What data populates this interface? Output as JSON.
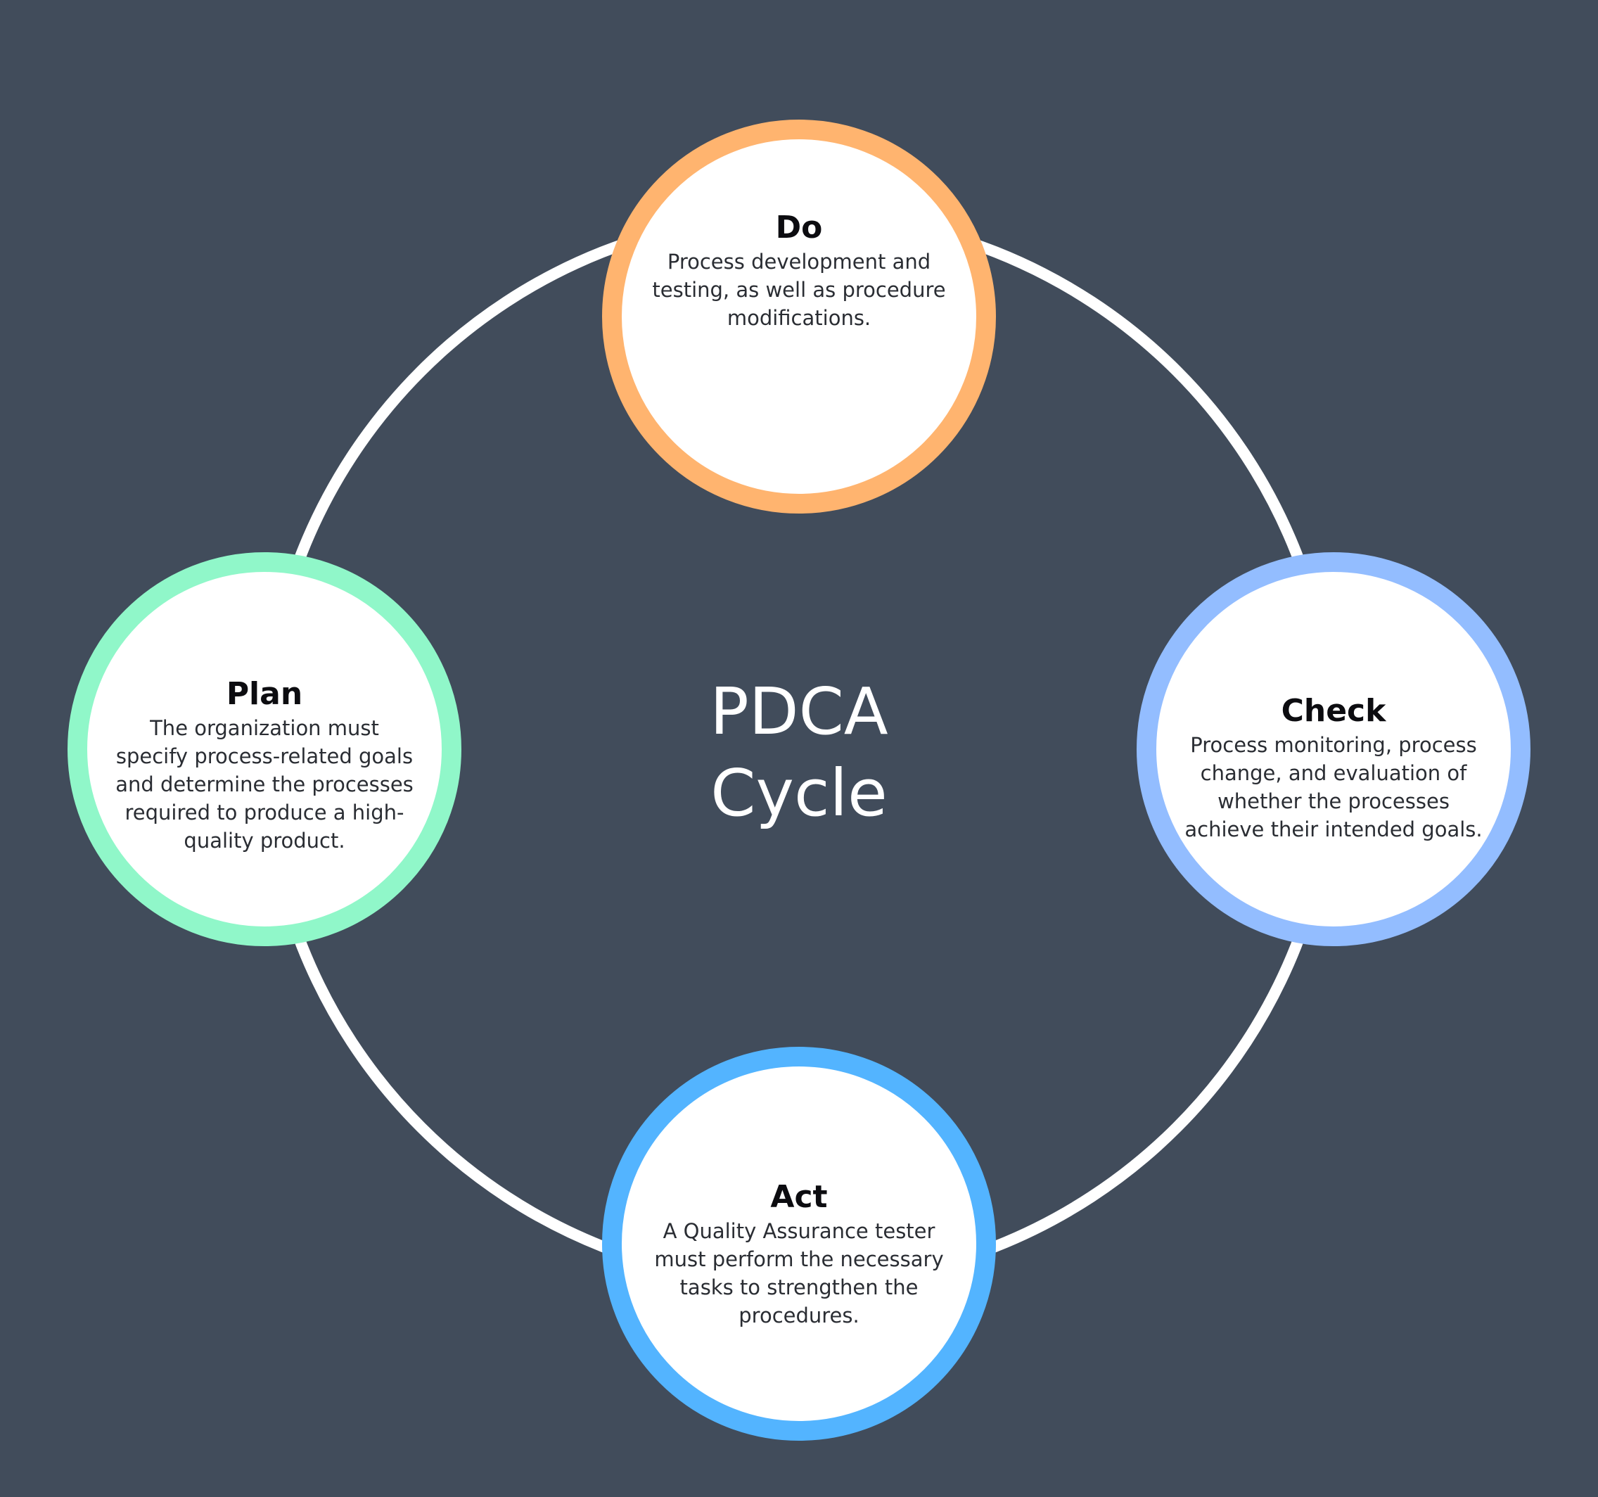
{
  "center": {
    "line1": "PDCA",
    "line2": "Cycle"
  },
  "colors": {
    "background": "#414c5b",
    "ring": "#ffffff",
    "do": "#ffb46f",
    "plan": "#90f7c9",
    "check": "#93bdff",
    "act": "#53b4ff"
  },
  "stages": {
    "do": {
      "title": "Do",
      "lines": [
        "Process development and",
        "testing, as well as procedure",
        "modifications."
      ]
    },
    "plan": {
      "title": "Plan",
      "lines": [
        "The organization must",
        "specify process-related goals",
        "and determine the processes",
        "required to produce a high-",
        "quality product."
      ]
    },
    "check": {
      "title": "Check",
      "lines": [
        "Process monitoring, process",
        "change, and evaluation of",
        "whether the processes",
        "achieve their intended goals."
      ]
    },
    "act": {
      "title": "Act",
      "lines": [
        "A Quality Assurance tester",
        "must perform the necessary",
        "tasks to strengthen the",
        "procedures."
      ]
    }
  }
}
